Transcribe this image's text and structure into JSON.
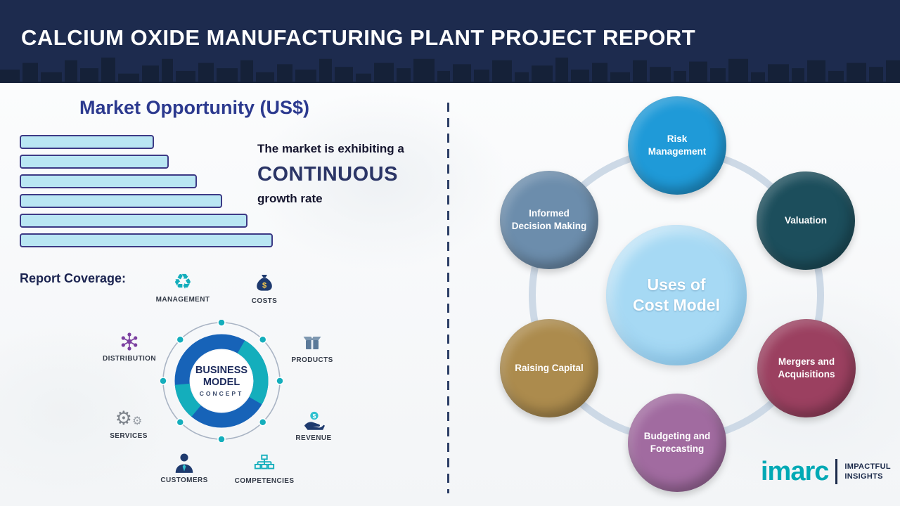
{
  "header": {
    "title": "CALCIUM OXIDE MANUFACTURING PLANT PROJECT REPORT",
    "bg_color": "#1d2b4e"
  },
  "left_panel": {
    "section_title": "Market Opportunity (US$)",
    "growth_text": {
      "line1": "The market is exhibiting a",
      "highlight": "CONTINUOUS",
      "line3": "growth rate"
    },
    "report_coverage_label": "Report Coverage:",
    "business_model": {
      "center": {
        "line1": "BUSINESS",
        "line2": "MODEL",
        "line3": "CONCEPT"
      },
      "items": [
        {
          "label": "MANAGEMENT",
          "icon": "recycle-idea-icon"
        },
        {
          "label": "COSTS",
          "icon": "money-bag-icon"
        },
        {
          "label": "DISTRIBUTION",
          "icon": "network-icon"
        },
        {
          "label": "PRODUCTS",
          "icon": "box-icon"
        },
        {
          "label": "SERVICES",
          "icon": "gears-icon"
        },
        {
          "label": "REVENUE",
          "icon": "hand-coin-icon"
        },
        {
          "label": "CUSTOMERS",
          "icon": "person-icon"
        },
        {
          "label": "COMPETENCIES",
          "icon": "org-chart-icon"
        }
      ]
    }
  },
  "chart_data": {
    "type": "bar",
    "orientation": "horizontal",
    "title": "Market Opportunity (US$)",
    "categories": [
      "",
      "",
      "",
      "",
      "",
      ""
    ],
    "values": [
      53,
      59,
      70,
      80,
      90,
      100
    ],
    "value_unit": "relative bar length %, axis unlabeled",
    "bar_fill": "#b9e6f3",
    "bar_border": "#3d3a85",
    "annotation": "The market is exhibiting a CONTINUOUS growth rate"
  },
  "right_panel": {
    "center": {
      "line1": "Uses of",
      "line2": "Cost Model",
      "color": "#a6d9f4"
    },
    "nodes": [
      {
        "label": "Risk Management",
        "color": "#1f9ad8"
      },
      {
        "label": "Valuation",
        "color": "#1c4e5c"
      },
      {
        "label": "Mergers and Acquisitions",
        "color": "#9b4060"
      },
      {
        "label": "Budgeting and Forecasting",
        "color": "#a16ba0"
      },
      {
        "label": "Raising Capital",
        "color": "#ac8b4d"
      },
      {
        "label": "Informed Decision Making",
        "color": "#6c8dac"
      }
    ]
  },
  "logo": {
    "brand": "imarc",
    "brand_color": "#00a9b5",
    "tagline_line1": "IMPACTFUL",
    "tagline_line2": "INSIGHTS"
  }
}
